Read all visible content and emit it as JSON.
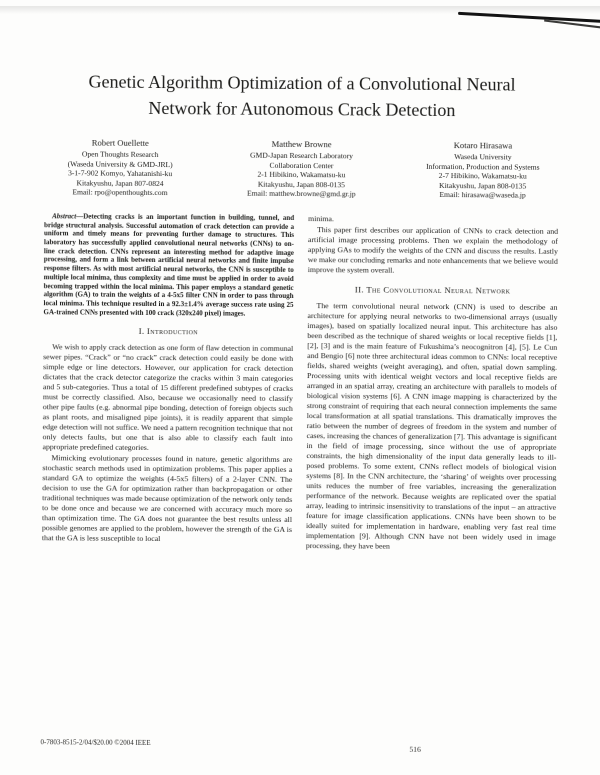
{
  "title": "Genetic Algorithm Optimization of a Convolutional Neural Network for Autonomous Crack Detection",
  "authors": [
    {
      "name": "Robert Ouellette",
      "lines": [
        "Open Thoughts Research",
        "(Waseda University & GMD-JRL)",
        "3-1-7-902 Komyo, Yahatanishi-ku",
        "Kitakyushu, Japan 807-0824"
      ],
      "email": "Email: rpo@openthoughts.com"
    },
    {
      "name": "Matthew Browne",
      "lines": [
        "GMD-Japan Research Laboratory",
        "Collaboration Center",
        "2-1 Hibikino, Wakamatsu-ku",
        "Kitakyushu, Japan 808-0135"
      ],
      "email": "Email: matthew.browne@gmd.gr.jp"
    },
    {
      "name": "Kotaro Hirasawa",
      "lines": [
        "Waseda University",
        "Information, Production and Systems",
        "2-7 Hibikino, Wakamatsu-ku",
        "Kitakyushu, Japan 808-0135"
      ],
      "email": "Email: hirasawa@waseda.jp"
    }
  ],
  "abstract": {
    "label": "Abstract—",
    "text": "Detecting cracks is an important function in building, tunnel, and bridge structural analysis. Successful automation of crack detection can provide a uniform and timely means for preventing further damage to structures. This laboratory has successfully applied convolutional neural networks (CNNs) to on-line crack detection. CNNs represent an interesting method for adaptive image processing, and form a link between artificial neural networks and finite impulse response filters. As with most artificial neural networks, the CNN is susceptible to multiple local minima, thus complexity and time must be applied in order to avoid becoming trapped within the local minima. This paper employs a standard genetic algorithm (GA) to train the weights of a 4-5x5 filter CNN in order to pass through local minima. This technique resulted in a 92.3±1.4% average success rate using 25 GA-trained CNNs presented with 100 crack (320x240 pixel) images."
  },
  "left_column": {
    "heading": "I. Introduction",
    "p1": "We wish to apply crack detection as one form of flaw detection in communal sewer pipes. “Crack” or “no crack” crack detection could easily be done with simple edge or line detectors. However, our application for crack detection dictates that the crack detector categorize the cracks within 3 main categories and 5 sub-categories. Thus a total of 15 different predefined subtypes of cracks must be correctly classified. Also, because we occasionally need to classify other pipe faults (e.g. abnormal pipe bonding, detection of foreign objects such as plant roots, and misaligned pipe joints), it is readily apparent that simple edge detection will not suffice. We need a pattern recognition technique that not only detects faults, but one that is also able to classify each fault into appropriate predefined categories.",
    "p2": "Mimicking evolutionary processes found in nature, genetic algorithms are stochastic search methods used in optimization problems. This paper applies a standard GA to optimize the weights (4-5x5 filters) of a 2-layer CNN. The decision to use the GA for optimization rather than backpropagation or other traditional techniques was made because optimization of the network only tends to be done once and because we are concerned with accuracy much more so than optimization time. The GA does not guarantee the best results unless all possible genomes are applied to the problem, however the strength of the GA is that the GA is less susceptible to local"
  },
  "right_column": {
    "continuation": "minima.",
    "p1": "This paper first describes our application of CNNs to crack detection and artificial image processing problems. Then we explain the methodology of applying GAs to modify the weights of the CNN and discuss the results. Lastly we make our concluding remarks and note enhancements that we believe would improve the system overall.",
    "heading": "II. The Convolutional Neural Network",
    "p2": "The term convolutional neural network (CNN) is used to describe an architecture for applying neural networks to two-dimensional arrays (usually images), based on spatially localized neural input. This architecture has also been described as the technique of shared weights or local receptive fields [1], [2], [3] and is the main feature of Fukushima’s neocognitron [4], [5]. Le Cun and Bengio [6] note three architectural ideas common to CNNs: local receptive fields, shared weights (weight averaging), and often, spatial down sampling. Processing units with identical weight vectors and local receptive fields are arranged in an spatial array, creating an architecture with parallels to models of biological vision systems [6]. A CNN image mapping is characterized by the strong constraint of requiring that each neural connection implements the same local transformation at all spatial translations. This dramatically improves the ratio between the number of degrees of freedom in the system and number of cases, increasing the chances of generalization [7]. This advantage is significant in the field of image processing, since without the use of appropriate constraints, the high dimensionality of the input data generally leads to ill-posed problems. To some extent, CNNs reflect models of biological vision systems [8]. In the CNN architecture, the ‘sharing’ of weights over processing units reduces the number of free variables, increasing the generalization performance of the network. Because weights are replicated over the spatial array, leading to intrinsic insensitivity to translations of the input – an attractive feature for image classification applications. CNNs have been shown to be ideally suited for implementation in hardware, enabling very fast real time implementation [9]. Although CNN have not been widely used in image processing, they have been"
  },
  "footer": {
    "copyright": "0-7803-8515-2/04/$20.00 ©2004 IEEE",
    "page_number": "516"
  }
}
